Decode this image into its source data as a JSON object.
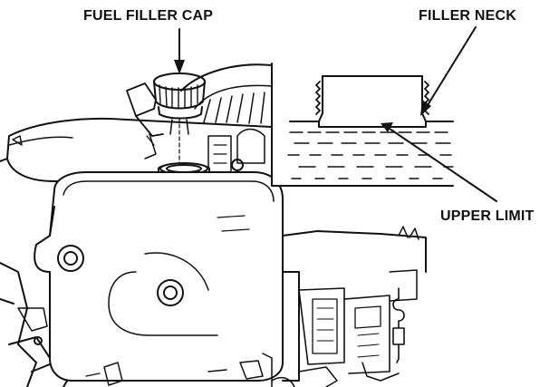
{
  "labels": {
    "fuel_filler_cap": "FUEL FILLER CAP",
    "filler_neck": "FILLER NECK",
    "upper_limit": "UPPER LIMIT"
  },
  "colors": {
    "ink": "#111111",
    "paper": "#ffffff"
  }
}
